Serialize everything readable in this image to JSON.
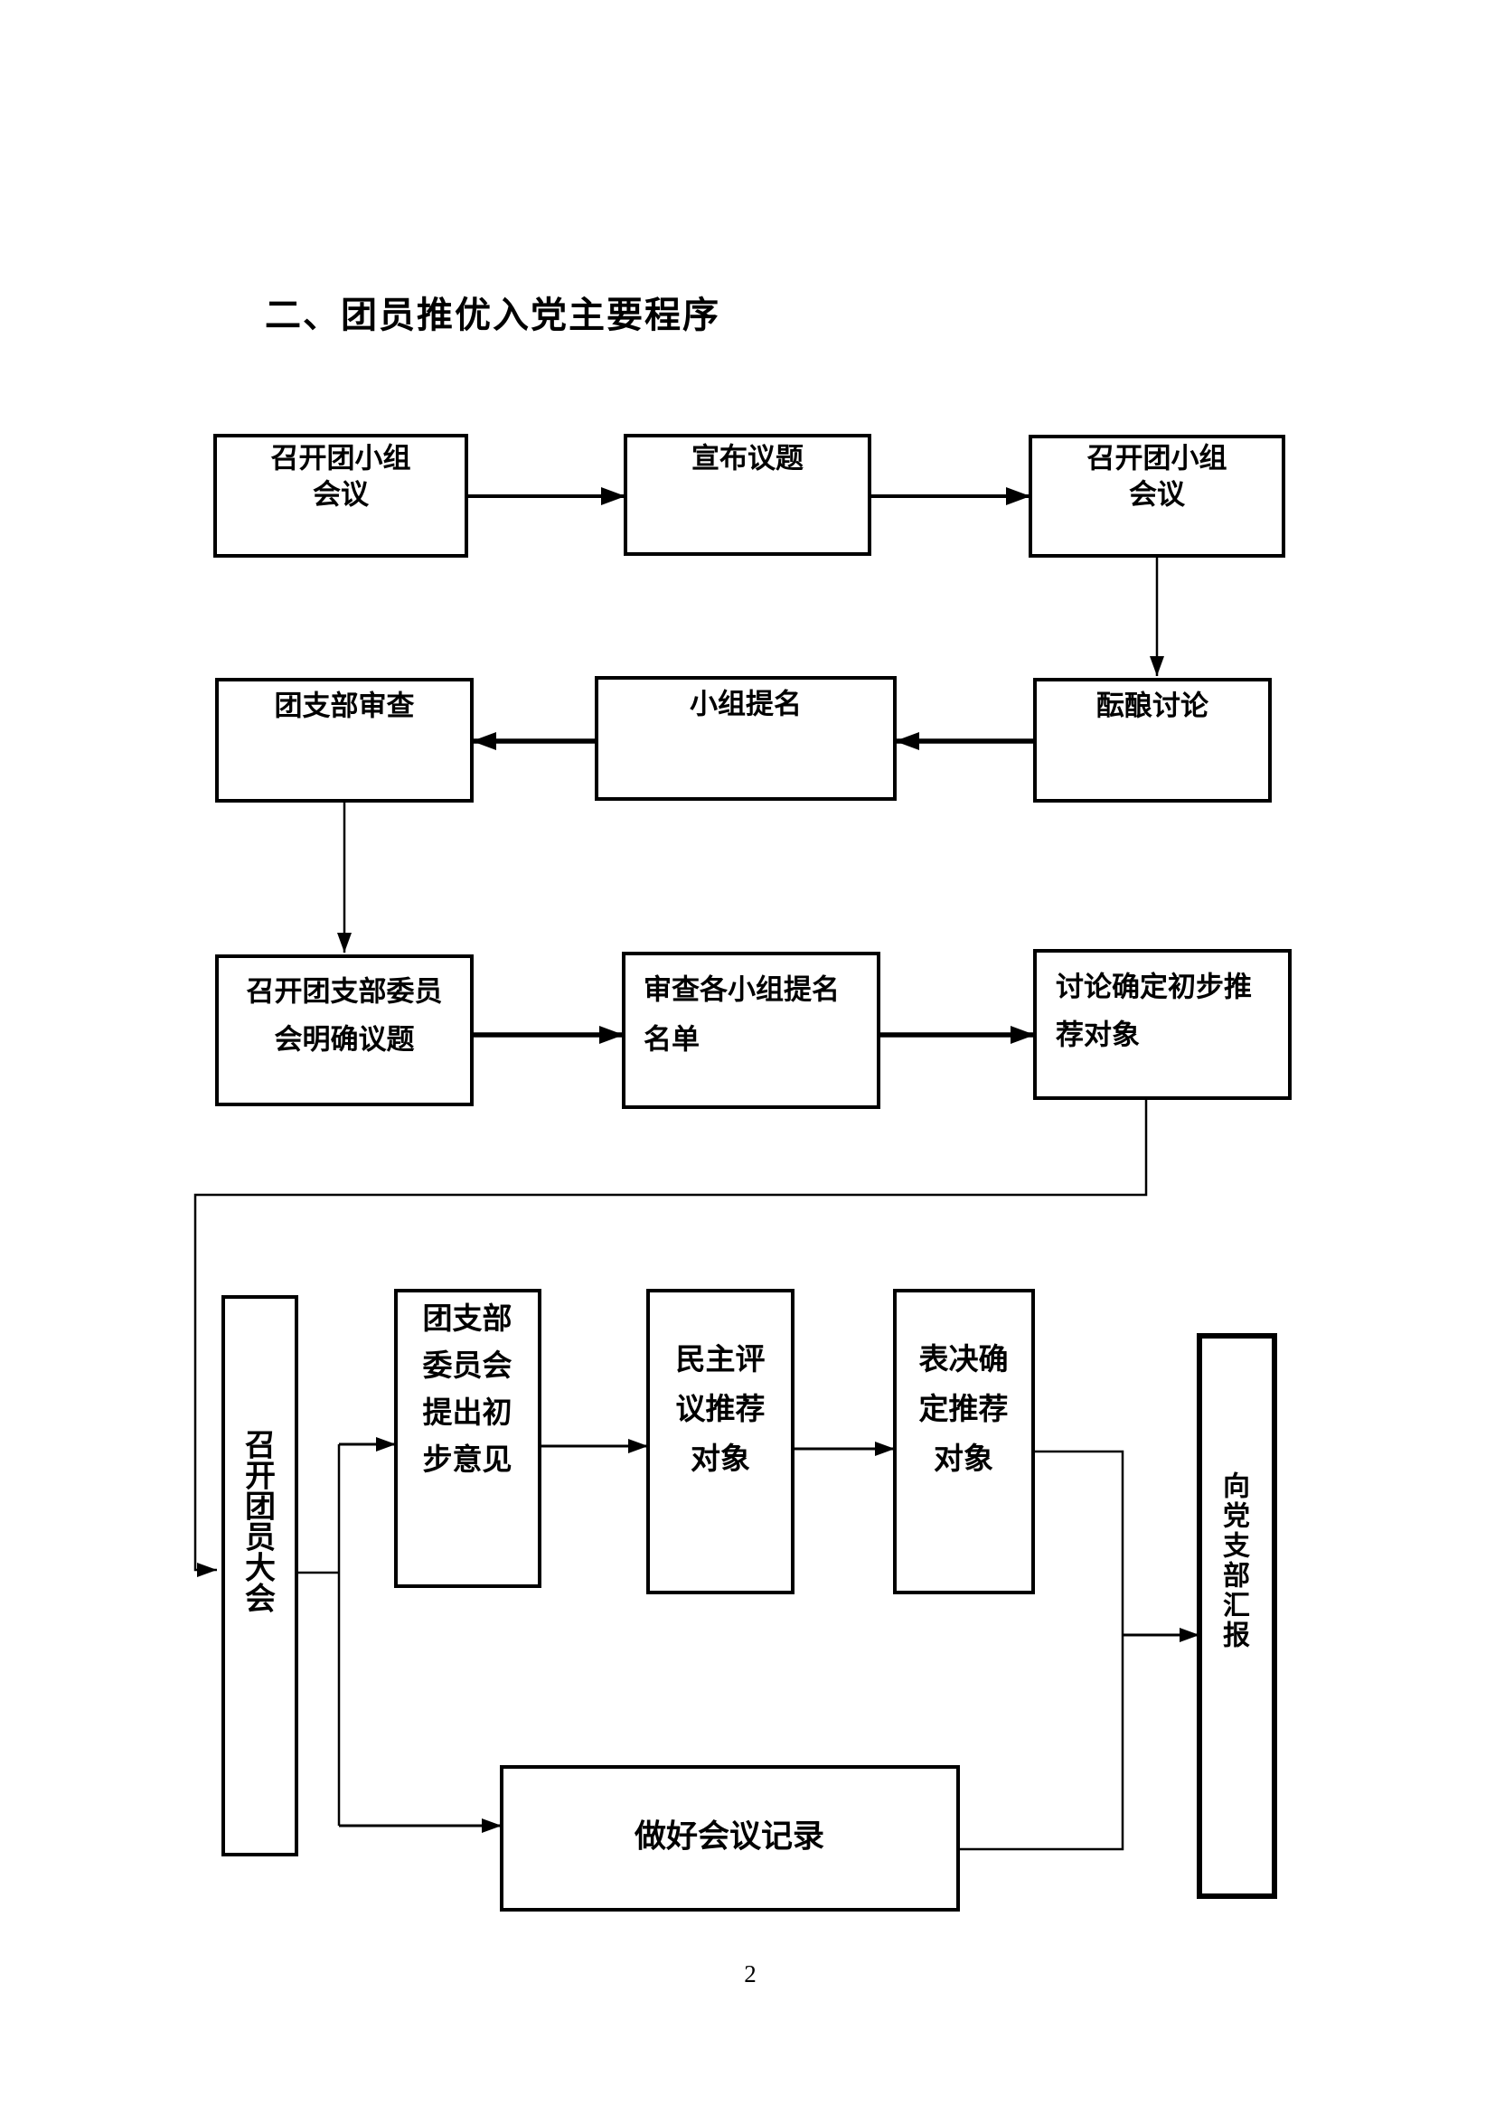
{
  "page": {
    "background": "#ffffff",
    "number": "2"
  },
  "title": {
    "text": "二、团员推优入党主要程序"
  },
  "flowchart": {
    "ink_color": "#000000",
    "box_fill": "#ffffff",
    "nodes": {
      "convene_group_meeting_1": {
        "label": "召开团小组会议",
        "lines": [
          "召开团小组",
          "会议"
        ]
      },
      "announce_topic": {
        "label": "宣布议题",
        "lines": [
          "宣布议题"
        ]
      },
      "convene_group_meeting_2": {
        "label": "召开团小组会议",
        "lines": [
          "召开团小组",
          "会议"
        ]
      },
      "branch_review": {
        "label": "团支部审查",
        "lines": [
          "团支部审查"
        ]
      },
      "group_nomination": {
        "label": "小组提名",
        "lines": [
          "小组提名"
        ]
      },
      "brewing_discussion": {
        "label": "酝酿讨论",
        "lines": [
          "酝酿讨论"
        ]
      },
      "branch_committee_topic": {
        "label": "召开团支部委员会明确议题",
        "lines": [
          "召开团支部委员",
          "会明确议题"
        ]
      },
      "review_nomination_list": {
        "label": "审查各小组提名名单",
        "lines": [
          "审查各小组提名",
          "名单"
        ]
      },
      "discuss_preliminary": {
        "label": "讨论确定初步推荐对象",
        "lines": [
          "讨论确定初步推",
          "荐对象"
        ]
      },
      "member_assembly": {
        "label": "召开团员大会",
        "chars": [
          "召",
          "开",
          "团",
          "员",
          "大",
          "会"
        ]
      },
      "committee_initial_opinion": {
        "label": "团支部委员会提出初步意见",
        "lines": [
          "团支部",
          "委员会",
          "提出初",
          "步意见"
        ]
      },
      "democratic_review": {
        "label": "民主评议推荐对象",
        "lines": [
          "民主评",
          "议推荐",
          "对象"
        ]
      },
      "vote_confirm": {
        "label": "表决确定推荐对象",
        "lines": [
          "表决确",
          "定推荐",
          "对象"
        ]
      },
      "meeting_minutes": {
        "label": "做好会议记录",
        "lines": [
          "做好会议记录"
        ]
      },
      "report_to_party": {
        "label": "向党支部汇报",
        "chars": [
          "向",
          "党",
          "支",
          "部",
          "汇",
          "报"
        ]
      }
    },
    "edges": [
      {
        "from": "convene_group_meeting_1",
        "to": "announce_topic"
      },
      {
        "from": "announce_topic",
        "to": "convene_group_meeting_2"
      },
      {
        "from": "convene_group_meeting_2",
        "to": "brewing_discussion"
      },
      {
        "from": "brewing_discussion",
        "to": "group_nomination"
      },
      {
        "from": "group_nomination",
        "to": "branch_review"
      },
      {
        "from": "branch_review",
        "to": "branch_committee_topic"
      },
      {
        "from": "branch_committee_topic",
        "to": "review_nomination_list"
      },
      {
        "from": "review_nomination_list",
        "to": "discuss_preliminary"
      },
      {
        "from": "discuss_preliminary",
        "to": "member_assembly"
      },
      {
        "from": "member_assembly",
        "to": "committee_initial_opinion"
      },
      {
        "from": "member_assembly",
        "to": "meeting_minutes"
      },
      {
        "from": "committee_initial_opinion",
        "to": "democratic_review"
      },
      {
        "from": "democratic_review",
        "to": "vote_confirm"
      },
      {
        "from": "vote_confirm",
        "to": "report_to_party"
      },
      {
        "from": "meeting_minutes",
        "to": "report_to_party"
      }
    ]
  }
}
